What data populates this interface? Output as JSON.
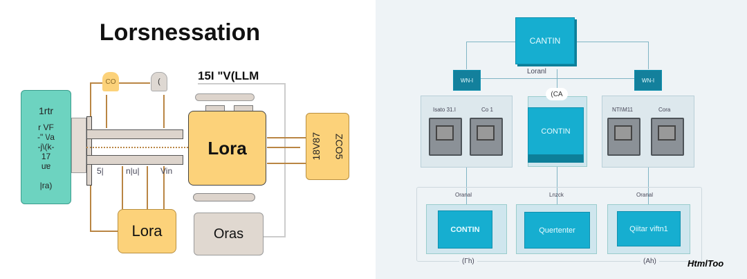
{
  "left": {
    "title": "Lorsnessation",
    "top_label": "15I \"V(LLM",
    "teal_box": {
      "lines": [
        "1rtr",
        "r VF",
        "-\" \\/a",
        "-j\\(k-",
        "17",
        "uɐ",
        "|ra)"
      ]
    },
    "tag_co": "CO",
    "tag_c": "(",
    "main_box": "Lora",
    "right_box": {
      "lines": [
        "18V87",
        "ZCO5"
      ]
    },
    "bottom_left_box": "Lora",
    "bottom_right_box": "Oras",
    "bus_labels": [
      "5|",
      "n|u|",
      "Vin"
    ]
  },
  "right": {
    "top_box": "CANTIN",
    "top_label": "Loranl",
    "left_node": "WN-I",
    "right_node": "WN-I",
    "center_label": "(CA",
    "center_box": "CONTIN",
    "left_panel_labels": [
      "Isato 31.I",
      "Co 1"
    ],
    "right_panel_labels": [
      "NTI\\M11",
      "Cora"
    ],
    "bottom_labels": [
      "Oranal",
      "Lnzck",
      "Oranal"
    ],
    "bottom_boxes": [
      "CONTIN",
      "Quertenter",
      "Qiitar viftn1"
    ],
    "footer_labels": [
      "(Γh)",
      "(Ah)"
    ]
  },
  "watermark": "HtmlToo",
  "colors": {
    "teal": "#6dd3c0",
    "orange": "#fcd27a",
    "cyan": "#16aed0",
    "gray": "#e0d8d0"
  }
}
